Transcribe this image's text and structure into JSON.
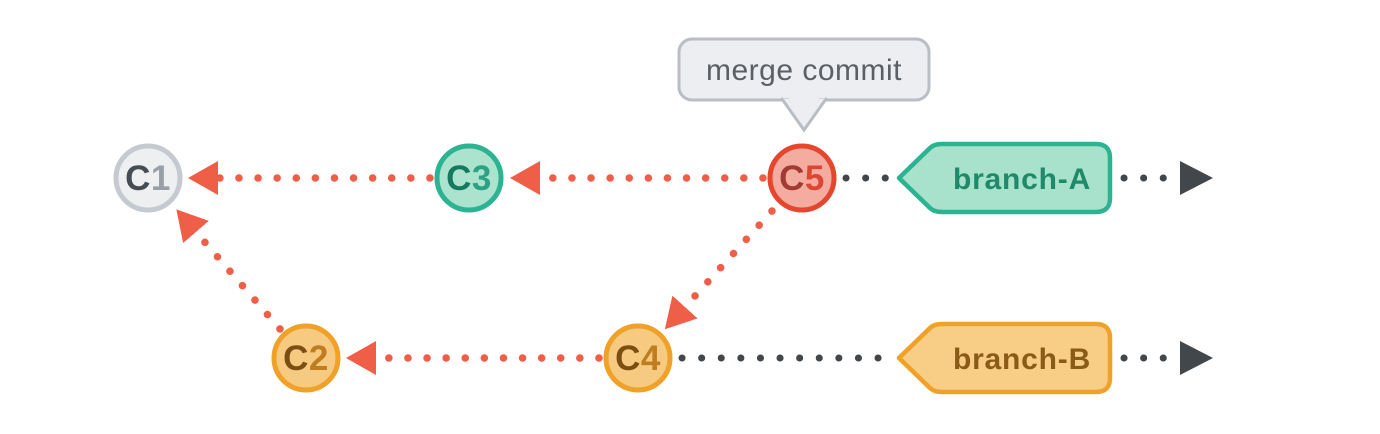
{
  "tooltip": {
    "text": "merge commit",
    "points_to": "C5"
  },
  "commits": [
    {
      "name": "C1",
      "letter": "C",
      "digit": "1",
      "theme": "grey"
    },
    {
      "name": "C2",
      "letter": "C",
      "digit": "2",
      "theme": "orange"
    },
    {
      "name": "C3",
      "letter": "C",
      "digit": "3",
      "theme": "teal"
    },
    {
      "name": "C4",
      "letter": "C",
      "digit": "4",
      "theme": "orange"
    },
    {
      "name": "C5",
      "letter": "C",
      "digit": "5",
      "theme": "red"
    }
  ],
  "branches": [
    {
      "label": "branch-A",
      "theme": "teal",
      "head": "C5"
    },
    {
      "label": "branch-B",
      "theme": "orange",
      "head": "C4"
    }
  ],
  "edges": [
    {
      "from": "C3",
      "to": "C1",
      "style": "red-dotted-arrow"
    },
    {
      "from": "C5",
      "to": "C3",
      "style": "red-dotted-arrow"
    },
    {
      "from": "C5",
      "to": "C4",
      "style": "red-dotted-arrow"
    },
    {
      "from": "C4",
      "to": "C2",
      "style": "red-dotted-arrow"
    },
    {
      "from": "C2",
      "to": "C1",
      "style": "red-dotted-arrow"
    }
  ],
  "colors": {
    "red": "#EF5F48",
    "dark": "#42474C",
    "greyRing": "#C4CAD0",
    "greyFill": "#EDEFF1",
    "greyLetter": "#454C53",
    "greyDigit": "#989FA6",
    "tealRing": "#2CB392",
    "tealFill": "#ACE3CF",
    "tealLetter": "#14795F",
    "tealDigit": "#2CA183",
    "redRing": "#E5472E",
    "redFill": "#F4ACA1",
    "redLetter": "#A23B31",
    "redDigit": "#DC4733",
    "orangeRing": "#F0A127",
    "orangeFill": "#F6CA80",
    "orangeLetter": "#7C4E12",
    "orangeDigit": "#C07D20",
    "tagTealFill": "#A8E1CC",
    "tagTealText": "#1E8A6A",
    "tagOrangeFill": "#F8CD86",
    "tagOrangeText": "#8A5A17",
    "tipFill": "#ECEEF1",
    "tipRing": "#B8BEC5",
    "tipText": "#5C6064"
  }
}
